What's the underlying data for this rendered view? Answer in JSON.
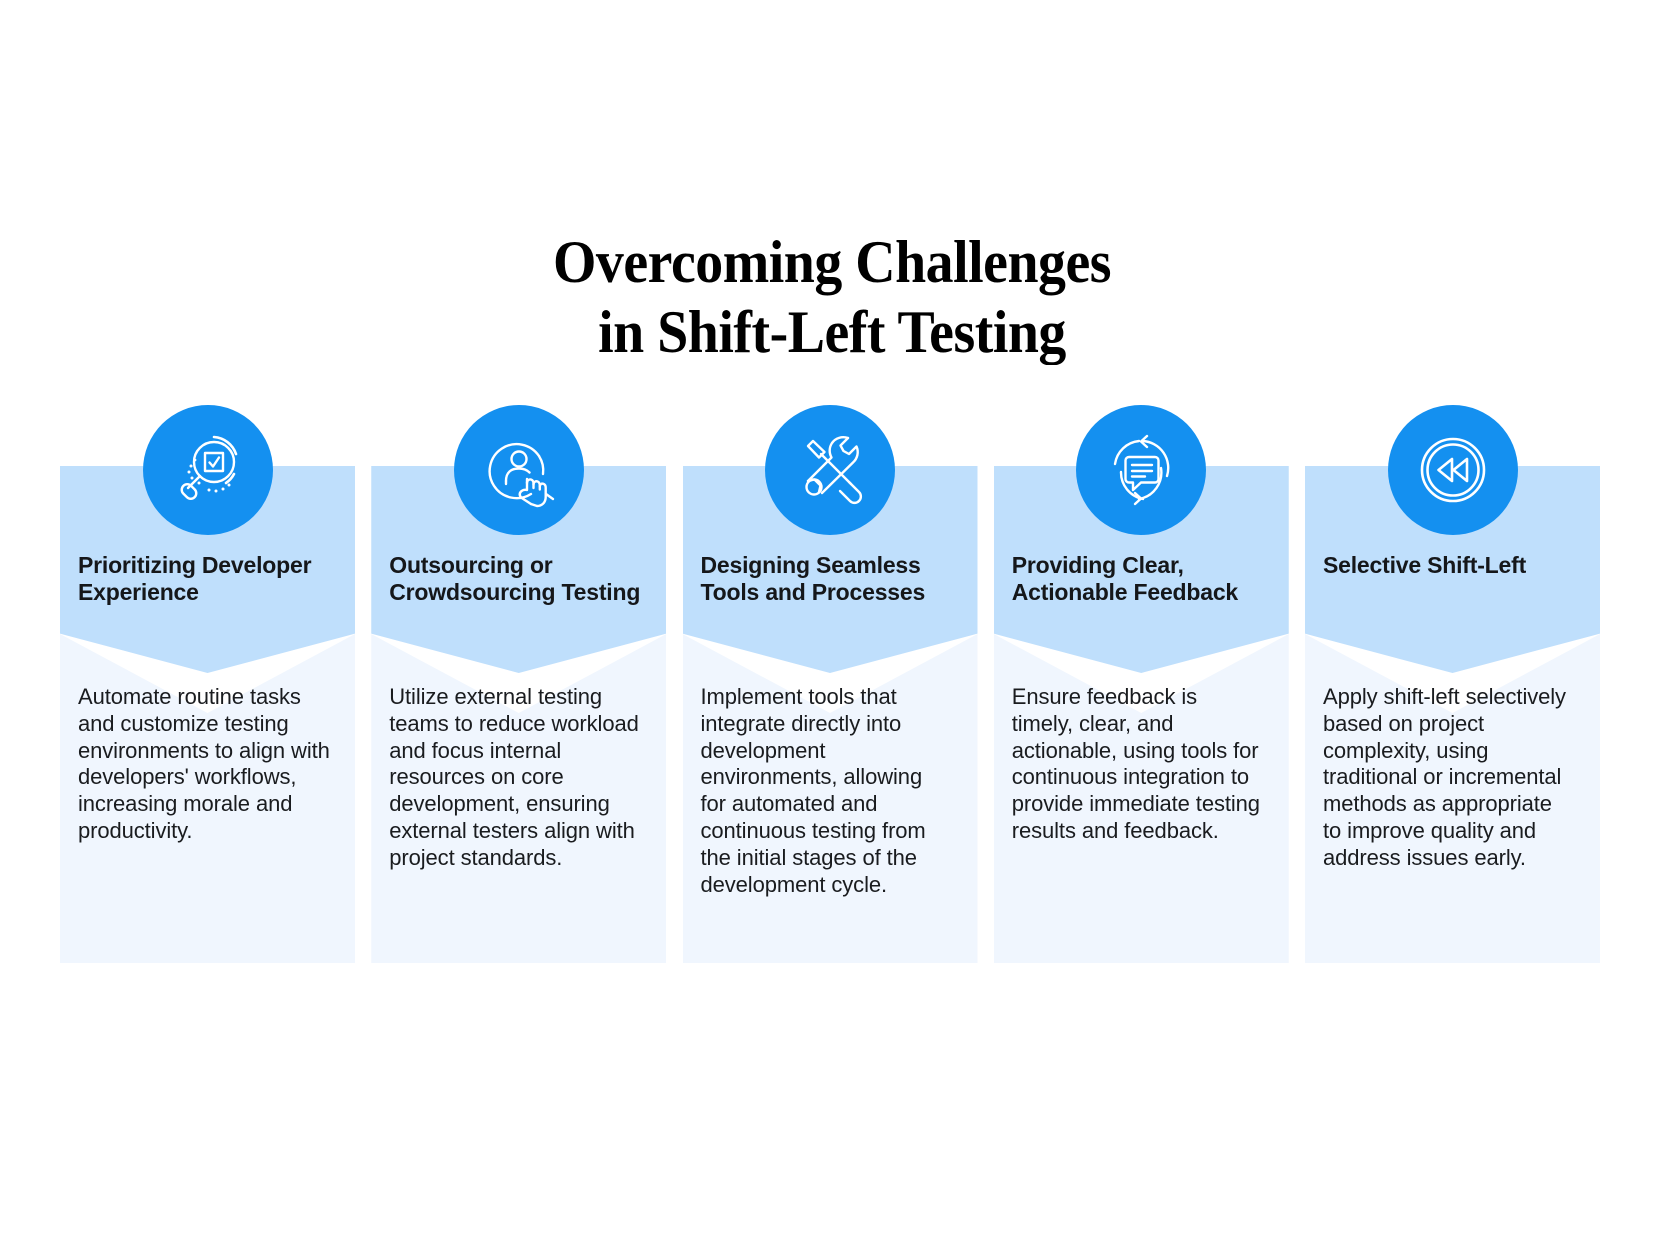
{
  "title": {
    "line1": "Overcoming Challenges",
    "line2": "in Shift-Left Testing"
  },
  "colors": {
    "background": "#FFFFFF",
    "icon_circle": "#1490F0",
    "card_head": "#BFDFFC",
    "card_body": "#F0F6FE",
    "title_text": "#000000",
    "heading_text": "#15171A",
    "body_text": "#1A1C1F",
    "icon_stroke": "#FFFFFF"
  },
  "cards": [
    {
      "icon": "magnifier-checkbox-icon",
      "title": "Prioritizing Developer Experience",
      "text": " Automate routine tasks and customize testing environments to align with developers' workflows, increasing morale and productivity."
    },
    {
      "icon": "person-hand-pointer-icon",
      "title": "Outsourcing or Crowdsourcing Testing",
      "text": "Utilize external testing teams to reduce workload and focus internal resources on core development, ensuring external testers align with project standards."
    },
    {
      "icon": "screwdriver-wrench-tools-icon",
      "title": "Designing Seamless Tools and Processes",
      "text": "Implement tools that integrate directly into development environments, allowing for automated and continuous testing from the initial stages of the development cycle."
    },
    {
      "icon": "speech-bubble-feedback-loop-icon",
      "title": "Providing Clear, Actionable Feedback",
      "text": "Ensure feedback is timely, clear, and actionable, using tools for continuous integration to provide immediate testing results and feedback."
    },
    {
      "icon": "rewind-shift-left-icon",
      "title": "Selective Shift-Left",
      "text": "Apply shift-left selectively based on project complexity, using traditional or incremental methods as appropriate to improve quality and address issues early."
    }
  ]
}
